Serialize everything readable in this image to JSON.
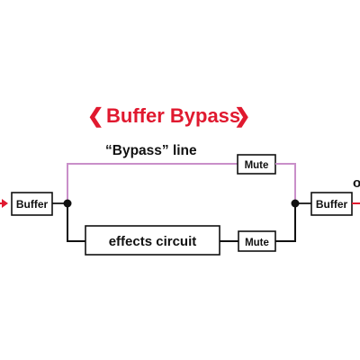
{
  "title": {
    "text": "Buffer Bypass",
    "left_bracket": "❮",
    "right_bracket": "❯"
  },
  "labels": {
    "bypass_line": "“Bypass” line",
    "buffer_in": "Buffer",
    "buffer_out": "Buffer",
    "effects_circuit": "effects circuit",
    "mute_top": "Mute",
    "mute_bottom": "Mute",
    "output_cut": "o"
  },
  "colors": {
    "title": "#e0192f",
    "bypass_line": "#c98fc9",
    "wire": "#111111",
    "signal_arrow": "#e0192f"
  }
}
